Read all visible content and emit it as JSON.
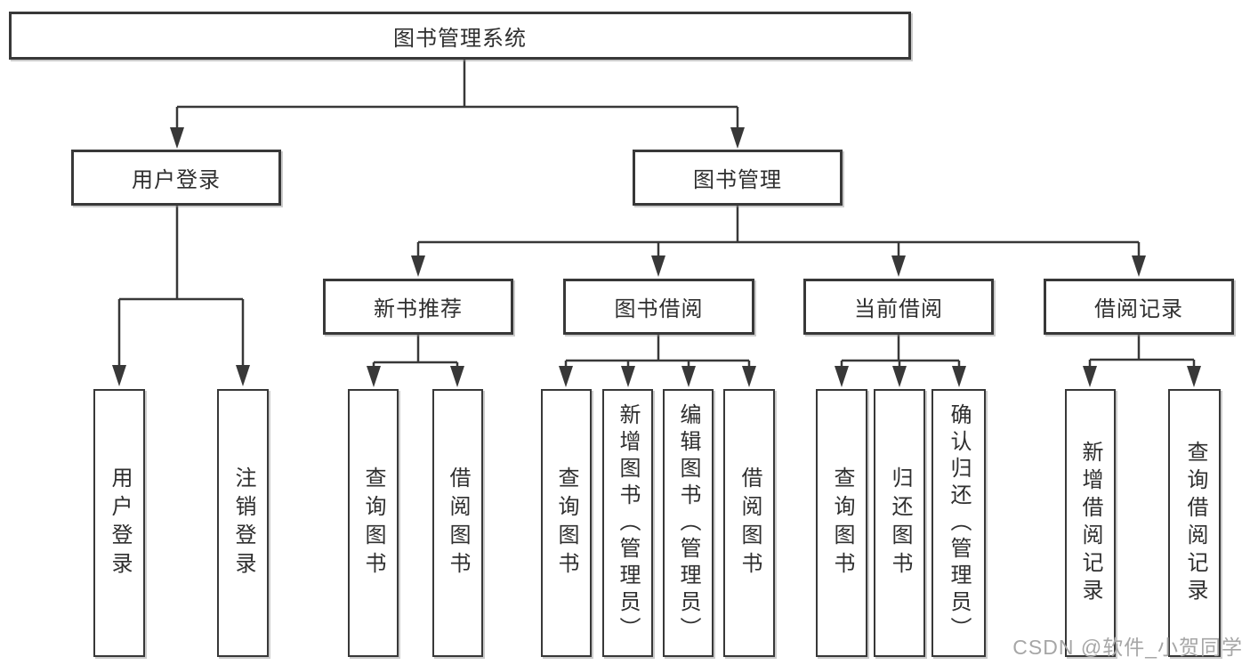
{
  "diagram": {
    "root": {
      "label": "图书管理系统"
    },
    "user_login": {
      "label": "用户登录",
      "children": [
        {
          "label": "用户登录"
        },
        {
          "label": "注销登录"
        }
      ]
    },
    "book_management": {
      "label": "图书管理",
      "sections": [
        {
          "label": "新书推荐",
          "children": [
            {
              "label": "查询图书"
            },
            {
              "label": "借阅图书"
            }
          ]
        },
        {
          "label": "图书借阅",
          "children": [
            {
              "label": "查询图书"
            },
            {
              "label": "新增图书（管理员）"
            },
            {
              "label": "编辑图书（管理员）"
            },
            {
              "label": "借阅图书"
            }
          ]
        },
        {
          "label": "当前借阅",
          "children": [
            {
              "label": "查询图书"
            },
            {
              "label": "归还图书"
            },
            {
              "label": "确认归还（管理员）"
            }
          ]
        },
        {
          "label": "借阅记录",
          "children": [
            {
              "label": "新增借阅记录"
            },
            {
              "label": "查询借阅记录"
            }
          ]
        }
      ]
    }
  },
  "watermark": {
    "text": "CSDN @软件_小贺同学",
    "color": "#a6a6a6"
  },
  "colors": {
    "line": "#383838",
    "box_border": "#383838",
    "text": "#2f2f2f",
    "background": "#ffffff"
  }
}
